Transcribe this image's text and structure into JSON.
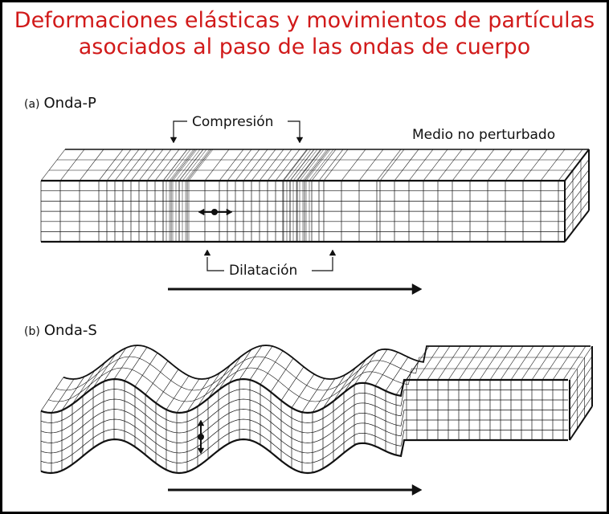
{
  "title": {
    "line1": "Deformaciones elásticas y movimientos de partículas",
    "line2": "asociados al paso de las ondas de cuerpo"
  },
  "panel_p": {
    "letter": "(a)",
    "label": "Onda-P",
    "compression": "Compresión",
    "dilatation": "Dilatación",
    "undisturbed": "Medio no perturbado"
  },
  "panel_s": {
    "letter": "(b)",
    "label": "Onda-S"
  },
  "colors": {
    "title": "#d11a1a",
    "ink": "#111111",
    "frame": "#000000"
  }
}
